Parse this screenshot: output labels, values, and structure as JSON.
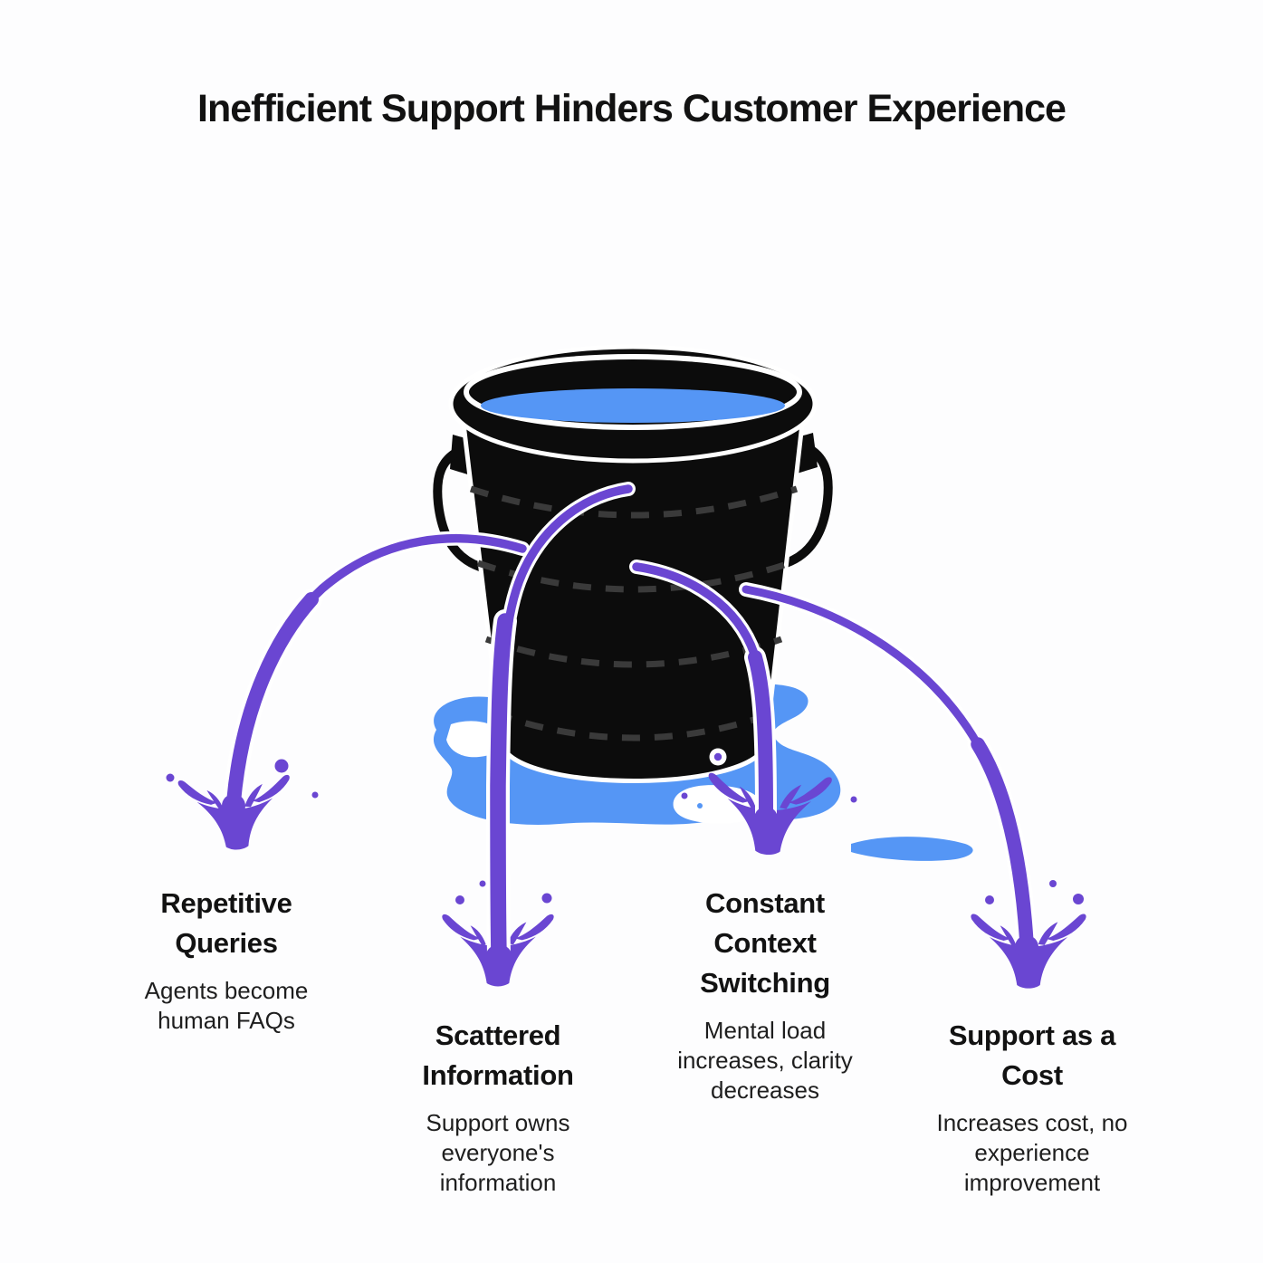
{
  "title": "Inefficient Support Hinders Customer Experience",
  "colors": {
    "background": "#fdfdfe",
    "ink": "#121212",
    "desc-ink": "#1e1e1e",
    "purple": "#6a46d2",
    "blue": "#5596f5",
    "bucket-black": "#0c0c0c",
    "dash-gray": "#3a3a3a"
  },
  "illustration": {
    "icon": "leaking-bucket-icon",
    "elements": [
      "bucket",
      "water-surface",
      "puddle",
      "leak-streams",
      "splashes",
      "leak-hole"
    ]
  },
  "columns": [
    {
      "heading": "Repetitive Queries",
      "heading_lines": [
        "Repetitive",
        "Queries"
      ],
      "description": "Agents become human FAQs",
      "description_lines": [
        "Agents become",
        "human FAQs"
      ]
    },
    {
      "heading": "Scattered Information",
      "heading_lines": [
        "Scattered",
        "Information"
      ],
      "description": "Support owns everyone's information",
      "description_lines": [
        "Support owns",
        "everyone's",
        "information"
      ]
    },
    {
      "heading": "Constant Context Switching",
      "heading_lines": [
        "Constant",
        "Context",
        "Switching"
      ],
      "description": "Mental load increases, clarity decreases",
      "description_lines": [
        "Mental load",
        "increases, clarity",
        "decreases"
      ]
    },
    {
      "heading": "Support as a Cost",
      "heading_lines": [
        "Support as a",
        "Cost"
      ],
      "description": "Increases cost, no experience improvement",
      "description_lines": [
        "Increases cost, no",
        "experience",
        "improvement"
      ]
    }
  ]
}
